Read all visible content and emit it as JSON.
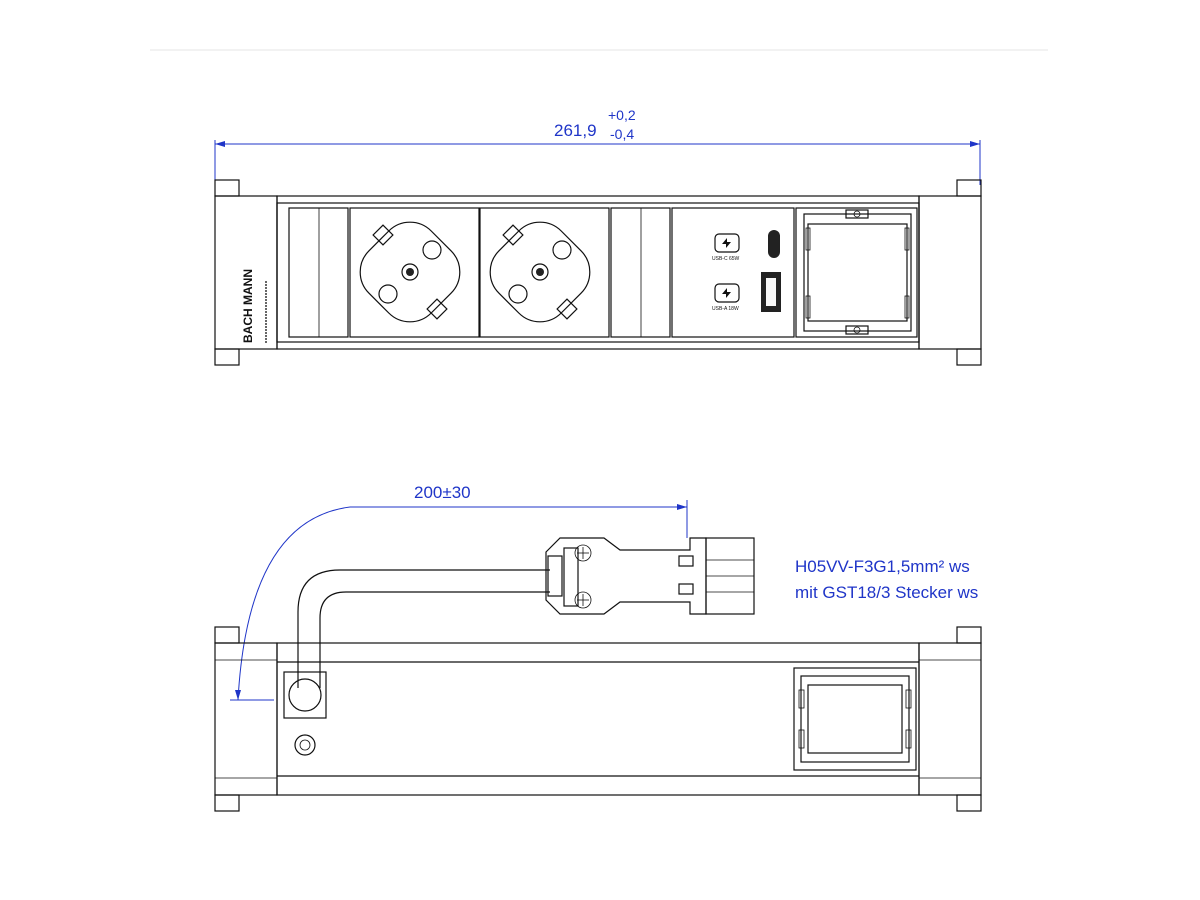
{
  "front_view": {
    "dimension": {
      "nominal": "261,9",
      "tol_plus": "+0,2",
      "tol_minus": "-0,4"
    },
    "brand_logo": "BACH MANN",
    "socket_count": 2,
    "usb_ports": [
      {
        "name": "usb-c",
        "label": "USB-C 65W"
      },
      {
        "name": "usb-a",
        "label": "USB-A 18W"
      }
    ]
  },
  "side_view": {
    "cable_length": "200±30",
    "cable_spec": {
      "line1": "H05VV-F3G1,5mm² ws",
      "line2": "mit GST18/3  Stecker ws"
    }
  },
  "colors": {
    "line": "#111111",
    "dimension": "#1f35c8",
    "fill_dark": "#222222",
    "fill_light": "#f7f7f7"
  }
}
